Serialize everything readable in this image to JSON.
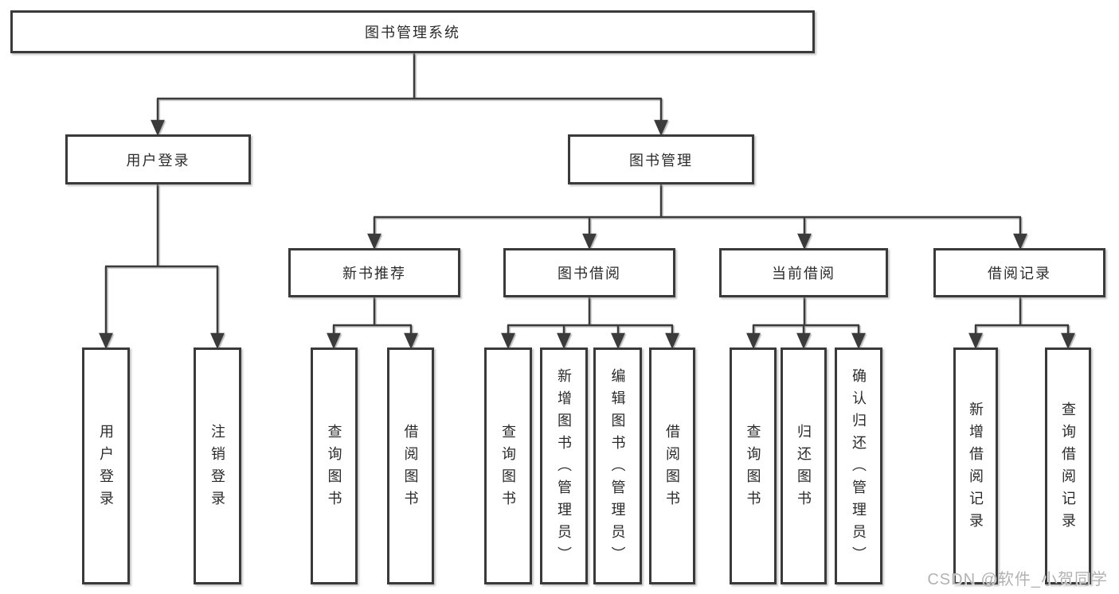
{
  "colors": {
    "line": "#3a3a3a",
    "box_border": "#3a3a3a",
    "text": "#2b2b2b",
    "background": "#ffffff",
    "watermark_text": "#b2b2b2"
  },
  "watermark": {
    "text": "CSDN @软件_小贺同学"
  },
  "tree": {
    "label": "图书管理系统",
    "children": [
      {
        "label": "用户登录",
        "children": [
          {
            "label": "用户登录"
          },
          {
            "label": "注销登录"
          }
        ]
      },
      {
        "label": "图书管理",
        "children": [
          {
            "label": "新书推荐",
            "children": [
              {
                "label": "查询图书"
              },
              {
                "label": "借阅图书"
              }
            ]
          },
          {
            "label": "图书借阅",
            "children": [
              {
                "label": "查询图书"
              },
              {
                "label": "新增图书（管理员）"
              },
              {
                "label": "编辑图书（管理员）"
              },
              {
                "label": "借阅图书"
              }
            ]
          },
          {
            "label": "当前借阅",
            "children": [
              {
                "label": "查询图书"
              },
              {
                "label": "归还图书"
              },
              {
                "label": "确认归还（管理员）"
              }
            ]
          },
          {
            "label": "借阅记录",
            "children": [
              {
                "label": "新增借阅记录"
              },
              {
                "label": "查询借阅记录"
              }
            ]
          }
        ]
      }
    ]
  }
}
